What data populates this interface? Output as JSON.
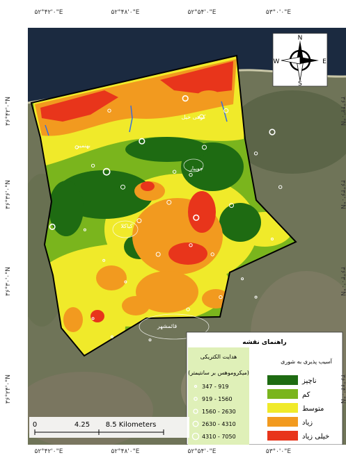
{
  "ticks": {
    "top": [
      "۵۲°۴۲'۰\"E",
      "۵۲°۴۸'۰\"E",
      "۵۲°۵۴'۰\"E",
      "۵۳°۰'۰\"E"
    ],
    "bottom": [
      "۵۲°۴۲'۰\"E",
      "۵۲°۴۸'۰\"E",
      "۵۲°۵۴'۰\"E",
      "۵۳°۰'۰\"E"
    ],
    "left": [
      "۳۶°۴۲'۰\"N",
      "۳۶°۳۶'۰\"N",
      "۳۶°۳۰'۰\"N",
      "۳۶°۲۴'۰\"N"
    ],
    "right": [
      "۳۶°۴۲'۰\"N",
      "۳۶°۳۶'۰\"N",
      "۳۶°۳۰'۰\"N",
      "۳۶°۲۴'۰\"N"
    ]
  },
  "north_arrow": {
    "n": "N",
    "s": "S",
    "e": "E",
    "w": "W"
  },
  "places": [
    "کوهی خیل",
    "بهنمیر",
    "جویبار",
    "کیاکلا",
    "قائمشهر"
  ],
  "legend": {
    "title": "راهنمای نقشه",
    "conductivity_title_1": "هدایت الکتریکی",
    "conductivity_title_2": "(میکروموهس بر سانتیمتر)",
    "vuln_title": "آسیب پذیری به شوری",
    "ranges": [
      "347 - 919",
      "919 - 1560",
      "1560 - 2630",
      "2630 - 4310",
      "4310 - 7050"
    ],
    "classes": [
      {
        "label": "ناچیز",
        "color": "#1e6b12"
      },
      {
        "label": "کم",
        "color": "#7ab51d"
      },
      {
        "label": "متوسط",
        "color": "#f0ea2a"
      },
      {
        "label": "زیاد",
        "color": "#f29a1f"
      },
      {
        "label": "خیلی زیاد",
        "color": "#e8351b"
      }
    ]
  },
  "scalebar": {
    "l0": "0",
    "l1": "4.25",
    "l2": "8.5 Kilometers"
  },
  "wells": [
    [
      0.58,
      0.14,
      3
    ],
    [
      0.42,
      0.28,
      3
    ],
    [
      0.73,
      0.18,
      2
    ],
    [
      0.54,
      0.38,
      1
    ],
    [
      0.62,
      0.53,
      3
    ],
    [
      0.35,
      0.43,
      2
    ],
    [
      0.41,
      0.54,
      2
    ],
    [
      0.52,
      0.48,
      2
    ],
    [
      0.6,
      0.39,
      1
    ],
    [
      0.29,
      0.38,
      4
    ],
    [
      0.84,
      0.32,
      1
    ],
    [
      0.75,
      0.49,
      2
    ],
    [
      0.6,
      0.62,
      1
    ],
    [
      0.68,
      0.65,
      1
    ],
    [
      0.79,
      0.73,
      0
    ],
    [
      0.71,
      0.79,
      1
    ],
    [
      0.28,
      0.67,
      0
    ],
    [
      0.36,
      0.74,
      0
    ],
    [
      0.24,
      0.86,
      0
    ],
    [
      0.45,
      0.93,
      0
    ],
    [
      0.9,
      0.6,
      0
    ],
    [
      0.93,
      0.43,
      1
    ],
    [
      0.18,
      0.3,
      1
    ],
    [
      0.24,
      0.36,
      1
    ],
    [
      0.48,
      0.65,
      2
    ],
    [
      0.84,
      0.79,
      0
    ],
    [
      0.65,
      0.3,
      2
    ],
    [
      0.21,
      0.57,
      0
    ],
    [
      0.59,
      0.83,
      1
    ],
    [
      0.31,
      0.92,
      0
    ],
    [
      0.09,
      0.56,
      3
    ],
    [
      0.9,
      0.25,
      3
    ],
    [
      0.3,
      0.18,
      1
    ],
    [
      0.64,
      0.2,
      2
    ]
  ]
}
